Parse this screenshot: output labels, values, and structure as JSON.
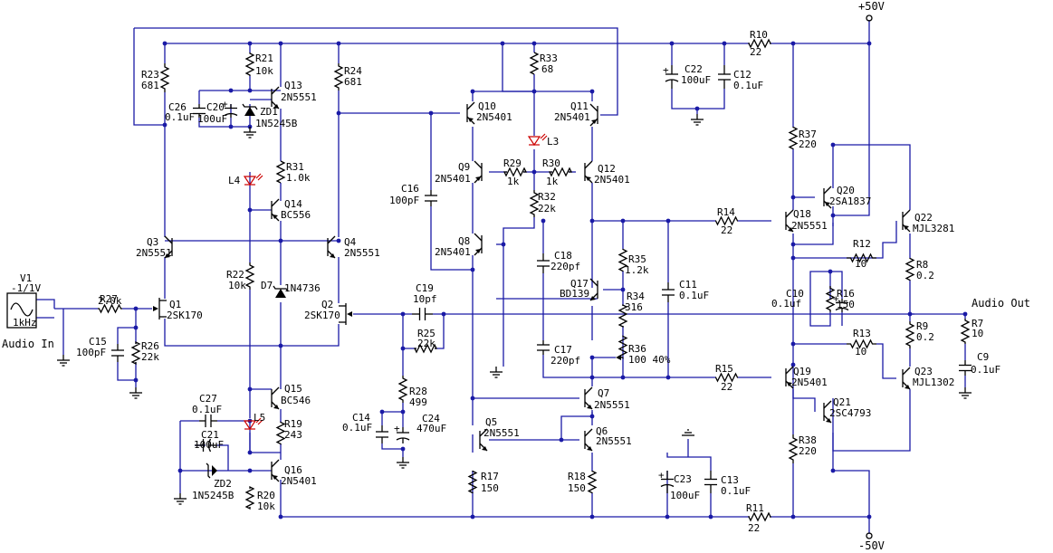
{
  "labels": {
    "pos_rail": "+50V",
    "neg_rail": "-50V",
    "audio_in": "Audio In",
    "audio_out": "Audio Out",
    "v1_name": "V1",
    "v1_amp": "-1/1V",
    "v1_freq": "1kHz"
  },
  "components": [
    {
      "key": "R10",
      "ref": "R10",
      "value": "22"
    },
    {
      "key": "R11",
      "ref": "R11",
      "value": "22"
    },
    {
      "key": "R12",
      "ref": "R12",
      "value": "10"
    },
    {
      "key": "R13",
      "ref": "R13",
      "value": "10"
    },
    {
      "key": "R14",
      "ref": "R14",
      "value": "22"
    },
    {
      "key": "R15",
      "ref": "R15",
      "value": "22"
    },
    {
      "key": "R16",
      "ref": "R16",
      "value": "150"
    },
    {
      "key": "R17",
      "ref": "R17",
      "value": "150"
    },
    {
      "key": "R18",
      "ref": "R18",
      "value": "150"
    },
    {
      "key": "R19",
      "ref": "R19",
      "value": "243"
    },
    {
      "key": "R20",
      "ref": "R20",
      "value": "10k"
    },
    {
      "key": "R21",
      "ref": "R21",
      "value": "10k"
    },
    {
      "key": "R22",
      "ref": "R22",
      "value": "10k"
    },
    {
      "key": "R23",
      "ref": "R23",
      "value": "681"
    },
    {
      "key": "R24",
      "ref": "R24",
      "value": "681"
    },
    {
      "key": "R25",
      "ref": "R25",
      "value": "22k"
    },
    {
      "key": "R26",
      "ref": "R26",
      "value": "22k"
    },
    {
      "key": "R27",
      "ref": "R27",
      "value": "2.0k"
    },
    {
      "key": "R28",
      "ref": "R28",
      "value": "499"
    },
    {
      "key": "R29",
      "ref": "R29",
      "value": "1k"
    },
    {
      "key": "R30",
      "ref": "R30",
      "value": "1k"
    },
    {
      "key": "R31",
      "ref": "R31",
      "value": "1.0k"
    },
    {
      "key": "R32",
      "ref": "R32",
      "value": "22k"
    },
    {
      "key": "R33",
      "ref": "R33",
      "value": "68"
    },
    {
      "key": "R34",
      "ref": "R34",
      "value": "316"
    },
    {
      "key": "R35",
      "ref": "R35",
      "value": "1.2k"
    },
    {
      "key": "R36",
      "ref": "R36",
      "value": "100 40%"
    },
    {
      "key": "R37",
      "ref": "R37",
      "value": "220"
    },
    {
      "key": "R38",
      "ref": "R38",
      "value": "220"
    },
    {
      "key": "R7",
      "ref": "R7",
      "value": "10"
    },
    {
      "key": "R8",
      "ref": "R8",
      "value": "0.2"
    },
    {
      "key": "R9",
      "ref": "R9",
      "value": "0.2"
    },
    {
      "key": "C9",
      "ref": "C9",
      "value": "0.1uF"
    },
    {
      "key": "C10",
      "ref": "C10",
      "value": "0.1uf"
    },
    {
      "key": "C11",
      "ref": "C11",
      "value": "0.1uF"
    },
    {
      "key": "C12",
      "ref": "C12",
      "value": "0.1uF"
    },
    {
      "key": "C13",
      "ref": "C13",
      "value": "0.1uF"
    },
    {
      "key": "C14",
      "ref": "C14",
      "value": "0.1uF"
    },
    {
      "key": "C15",
      "ref": "C15",
      "value": "100pF"
    },
    {
      "key": "C16",
      "ref": "C16",
      "value": "100pF"
    },
    {
      "key": "C17",
      "ref": "C17",
      "value": "220pf"
    },
    {
      "key": "C18",
      "ref": "C18",
      "value": "220pf"
    },
    {
      "key": "C19",
      "ref": "C19",
      "value": "10pf"
    },
    {
      "key": "C20",
      "ref": "C20",
      "value": "100uF"
    },
    {
      "key": "C21",
      "ref": "C21",
      "value": "100uF"
    },
    {
      "key": "C22",
      "ref": "C22",
      "value": "100uF"
    },
    {
      "key": "C23",
      "ref": "C23",
      "value": "100uF"
    },
    {
      "key": "C24",
      "ref": "C24",
      "value": "470uF"
    },
    {
      "key": "C26",
      "ref": "C26",
      "value": "0.1uF"
    },
    {
      "key": "C27",
      "ref": "C27",
      "value": "0.1uF"
    },
    {
      "key": "Q1",
      "ref": "Q1",
      "value": "2SK170"
    },
    {
      "key": "Q2",
      "ref": "Q2",
      "value": "2SK170"
    },
    {
      "key": "Q3",
      "ref": "Q3",
      "value": "2N5551"
    },
    {
      "key": "Q4",
      "ref": "Q4",
      "value": "2N5551"
    },
    {
      "key": "Q5",
      "ref": "Q5",
      "value": "2N5551"
    },
    {
      "key": "Q6",
      "ref": "Q6",
      "value": "2N5551"
    },
    {
      "key": "Q7",
      "ref": "Q7",
      "value": "2N5551"
    },
    {
      "key": "Q8",
      "ref": "Q8",
      "value": "2N5401"
    },
    {
      "key": "Q9",
      "ref": "Q9",
      "value": "2N5401"
    },
    {
      "key": "Q10",
      "ref": "Q10",
      "value": "2N5401"
    },
    {
      "key": "Q11",
      "ref": "Q11",
      "value": "2N5401"
    },
    {
      "key": "Q12",
      "ref": "Q12",
      "value": "2N5401"
    },
    {
      "key": "Q13",
      "ref": "Q13",
      "value": "2N5551"
    },
    {
      "key": "Q14",
      "ref": "Q14",
      "value": "BC556"
    },
    {
      "key": "Q15",
      "ref": "Q15",
      "value": "BC546"
    },
    {
      "key": "Q16",
      "ref": "Q16",
      "value": "2N5401"
    },
    {
      "key": "Q17",
      "ref": "Q17",
      "value": "BD139"
    },
    {
      "key": "Q18",
      "ref": "Q18",
      "value": "2N5551"
    },
    {
      "key": "Q19",
      "ref": "Q19",
      "value": "2N5401"
    },
    {
      "key": "Q20",
      "ref": "Q20",
      "value": "2SA1837"
    },
    {
      "key": "Q21",
      "ref": "Q21",
      "value": "2SC4793"
    },
    {
      "key": "Q22",
      "ref": "Q22",
      "value": "MJL3281"
    },
    {
      "key": "Q23",
      "ref": "Q23",
      "value": "MJL1302"
    },
    {
      "key": "D7",
      "ref": "D7",
      "value": "1N4736"
    },
    {
      "key": "ZD1",
      "ref": "ZD1",
      "value": "1N5245B"
    },
    {
      "key": "ZD2",
      "ref": "ZD2",
      "value": "1N5245B"
    },
    {
      "key": "L3",
      "ref": "L3",
      "value": ""
    },
    {
      "key": "L4",
      "ref": "L4",
      "value": ""
    },
    {
      "key": "L5",
      "ref": "L5",
      "value": ""
    }
  ]
}
